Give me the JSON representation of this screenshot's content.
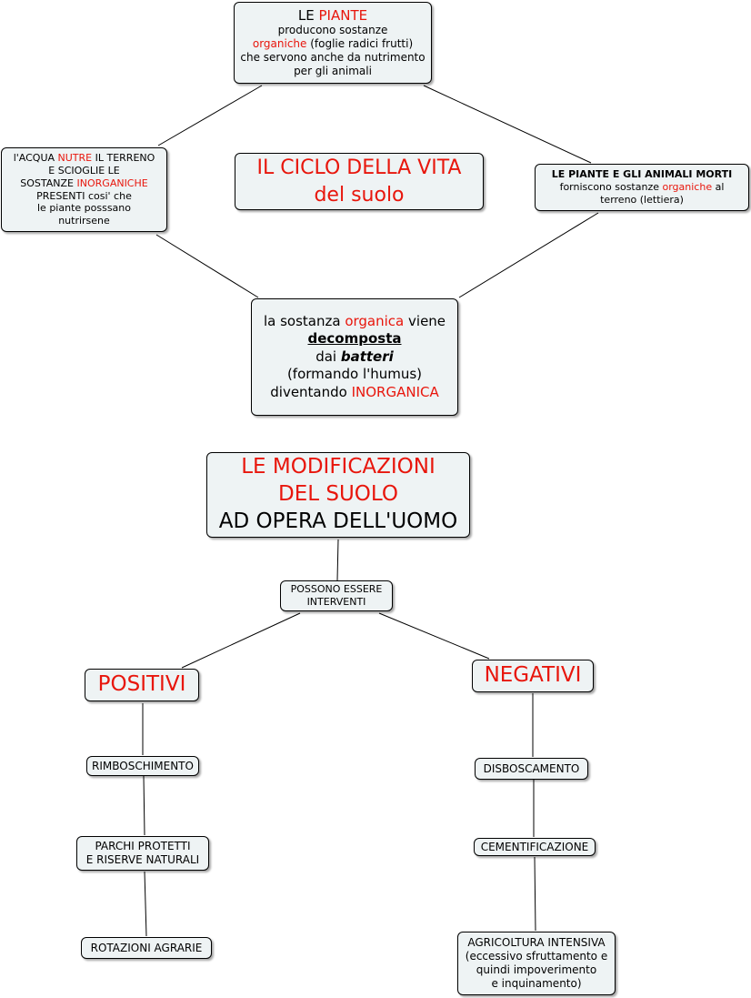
{
  "map1": {
    "piante": {
      "l1a": "LE ",
      "l1b": "PIANTE",
      "l2": "producono sostanze",
      "l3a": "organiche",
      "l3b": " (foglie radici frutti)",
      "l4": "che servono anche da nutrimento",
      "l5": "per gli animali"
    },
    "title": {
      "l1": "IL CICLO DELLA VITA",
      "l2": "del suolo"
    },
    "acqua": {
      "l1a": "l'ACQUA ",
      "l1b": "NUTRE",
      "l1c": " IL TERRENO",
      "l2": "E SCIOGLIE LE",
      "l3a": "SOSTANZE ",
      "l3b": "INORGANICHE",
      "l4": "PRESENTI cosi' che",
      "l5": "le piante posssano",
      "l6": "nutrirsene"
    },
    "morti": {
      "l1": "LE PIANTE E GLI ANIMALI MORTI",
      "l2a": "forniscono sostanze ",
      "l2b": "organiche",
      "l2c": " al",
      "l3": "terreno (lettiera)"
    },
    "sostanza": {
      "l1a": "la sostanza ",
      "l1b": "organica",
      "l1c": " viene",
      "l2": "decomposta",
      "l3a": "dai ",
      "l3b": "batteri",
      "l4": "(formando l'humus)",
      "l5a": "diventando ",
      "l5b": "INORGANICA"
    }
  },
  "map2": {
    "title": {
      "l1": "LE MODIFICAZIONI",
      "l2": "DEL SUOLO",
      "l3": "AD OPERA DELL'UOMO"
    },
    "possono": {
      "l1": "POSSONO ESSERE",
      "l2": "INTERVENTI"
    },
    "positivi": {
      "label": "POSITIVI",
      "items": [
        "RIMBOSCHIMENTO",
        "PARCHI PROTETTI",
        "E RISERVE NATURALI",
        "ROTAZIONI AGRARIE"
      ]
    },
    "negativi": {
      "label": "NEGATIVI",
      "items": [
        "DISBOSCAMENTO",
        "CEMENTIFICAZIONE"
      ],
      "agricoltura": {
        "l1": "AGRICOLTURA INTENSIVA",
        "l2": "(eccessivo sfruttamento e",
        "l3": "quindi impoverimento",
        "l4": "e inquinamento)"
      }
    }
  },
  "colors": {
    "accent": "#e8160c",
    "node_bg": "#eef3f4",
    "line": "#000000"
  }
}
